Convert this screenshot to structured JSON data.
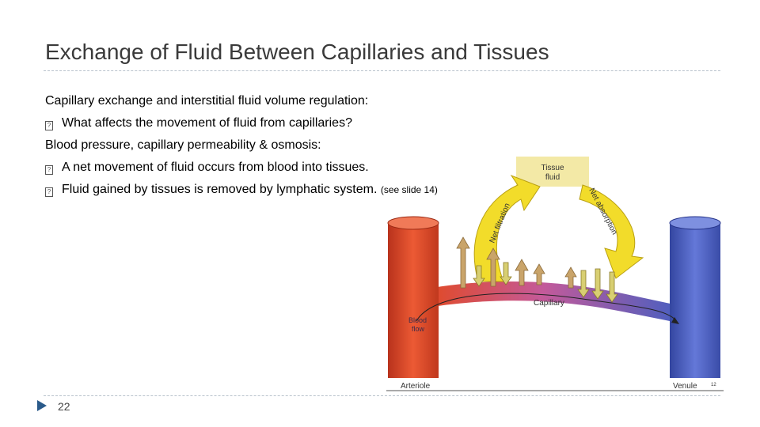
{
  "slide": {
    "title": "Exchange of Fluid Between Capillaries and Tissues",
    "page_number": "22"
  },
  "body": {
    "line1": "Capillary exchange and interstitial fluid volume regulation:",
    "bullet1": "What affects the movement of fluid from capillaries?",
    "line2": "Blood pressure, capillary permeability & osmosis:",
    "bullet2": "A net movement of fluid occurs from blood into tissues.",
    "bullet3": "Fluid gained by tissues is removed by lymphatic system.",
    "bullet3_note": "(see slide 14)",
    "bullet_glyph": "?"
  },
  "figure": {
    "tissue_fluid_label_line1": "Tissue",
    "tissue_fluid_label_line2": "fluid",
    "net_filtration_label": "Net filtration",
    "net_absorption_label": "Net absorption",
    "capillary_label": "Capillary",
    "blood_flow_line1": "Blood",
    "blood_flow_line2": "flow",
    "arteriole_label": "Arteriole",
    "venule_label": "Venule",
    "figure_number": "12",
    "colors": {
      "arteriole": "#e04a2a",
      "venule": "#4a5fc0",
      "arrow_yellow": "#f2dc2a",
      "tissue_box": "#f3e9a6",
      "small_arrow": "#c9a46a"
    }
  },
  "footer": {
    "icon": "triangle-bullet-icon",
    "accent": "#2a5a8a"
  }
}
